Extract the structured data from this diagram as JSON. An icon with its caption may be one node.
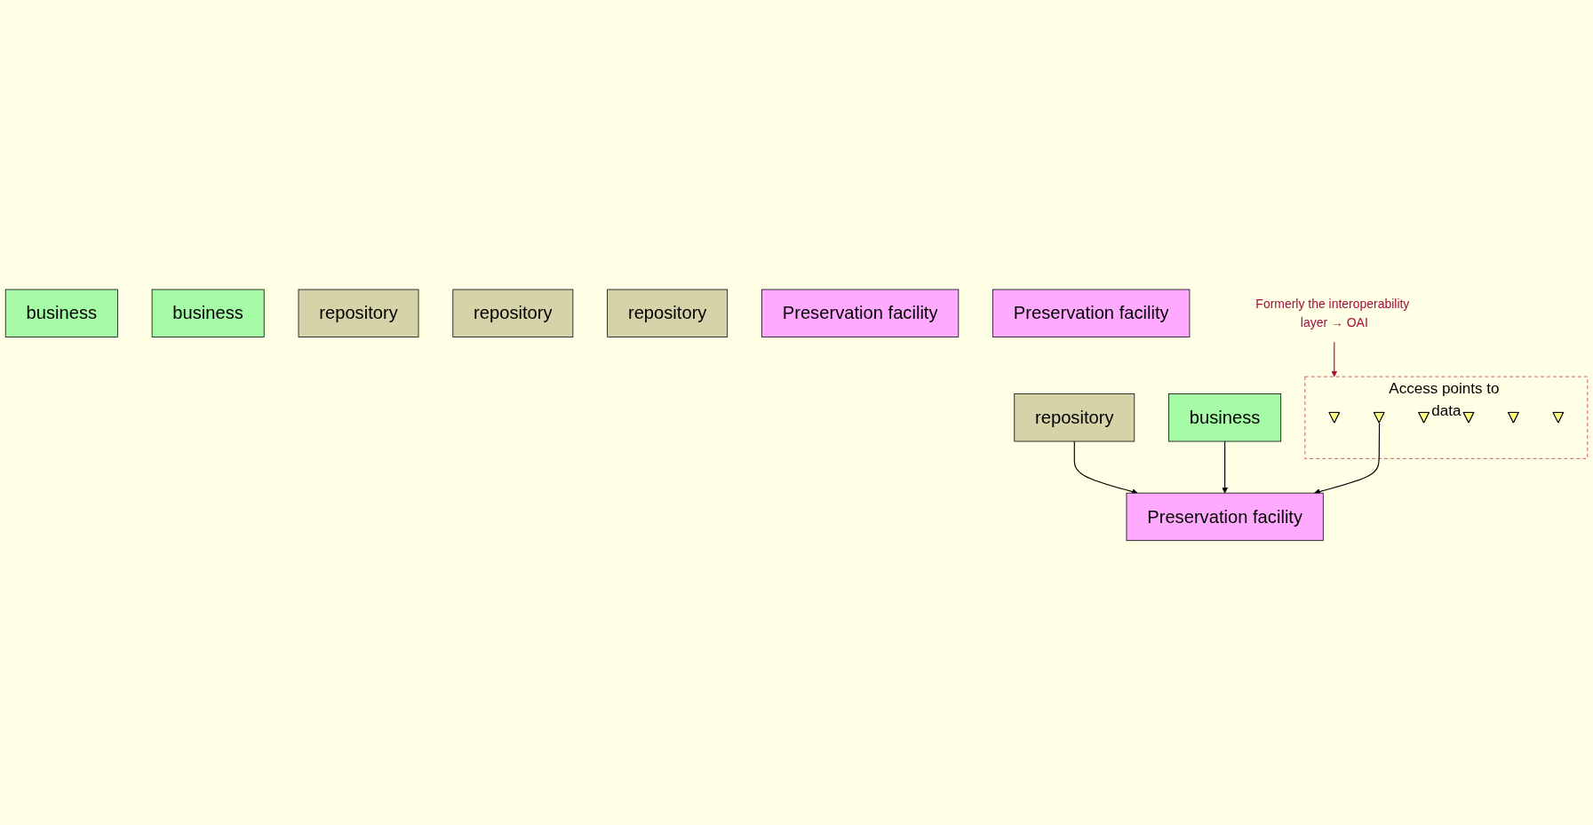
{
  "diagram": {
    "nodes": [
      {
        "text": [
          "business"
        ]
      },
      {
        "text": [
          "business"
        ]
      },
      {
        "text": [
          "business"
        ]
      },
      {
        "text": [
          "Access points to data"
        ]
      },
      {
        "text": [],
        "shape": "triangle",
        "in": 3
      },
      {
        "text": [],
        "shape": "triangle",
        "in": 3
      },
      {
        "text": [],
        "shape": "triangle",
        "in": 3
      },
      {
        "text": [],
        "shape": "triangle",
        "in": 3
      },
      {
        "text": [],
        "shape": "triangle",
        "in": 3
      },
      {
        "text": [],
        "shape": "triangle",
        "in": 3
      },
      {
        "text": [
          "repository"
        ]
      },
      {
        "text": [
          "repository"
        ]
      },
      {
        "text": [
          "repository"
        ]
      },
      {
        "text": [
          "repository"
        ]
      },
      {
        "text": [
          "Preservation facility"
        ]
      },
      {
        "text": [
          "Preservation facility"
        ]
      },
      {
        "text": [
          "Preservation facility"
        ]
      },
      {
        "text": [
          "Formerly the interoperability layer → OAI"
        ]
      }
    ],
    "edges": [
      {
        "from": 10,
        "to": 14,
        "arrow": "to"
      },
      {
        "from": 0,
        "to": 14,
        "arrow": "to"
      },
      {
        "from": 5,
        "to": 14,
        "arrow": "to"
      },
      {
        "from": 17,
        "to": 3,
        "arrow": "to",
        "color": "#a50d3c"
      }
    ]
  }
}
